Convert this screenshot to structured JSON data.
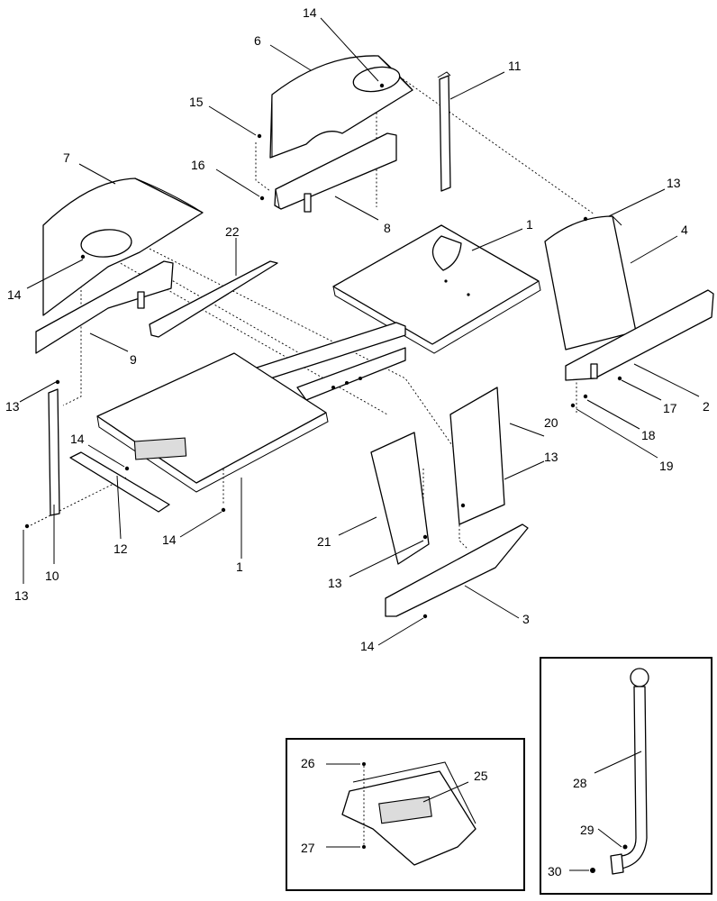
{
  "callouts": [
    {
      "id": "c1",
      "text": "14"
    },
    {
      "id": "c2",
      "text": "6"
    },
    {
      "id": "c3",
      "text": "11"
    },
    {
      "id": "c4",
      "text": "15"
    },
    {
      "id": "c5",
      "text": "16"
    },
    {
      "id": "c6",
      "text": "7"
    },
    {
      "id": "c7",
      "text": "8"
    },
    {
      "id": "c8",
      "text": "13"
    },
    {
      "id": "c9",
      "text": "4"
    },
    {
      "id": "c10",
      "text": "22"
    },
    {
      "id": "c11",
      "text": "1"
    },
    {
      "id": "c12",
      "text": "14"
    },
    {
      "id": "c13",
      "text": "9"
    },
    {
      "id": "c14",
      "text": "2"
    },
    {
      "id": "c15",
      "text": "17"
    },
    {
      "id": "c16",
      "text": "13"
    },
    {
      "id": "c17",
      "text": "18"
    },
    {
      "id": "c18",
      "text": "20"
    },
    {
      "id": "c19",
      "text": "19"
    },
    {
      "id": "c20",
      "text": "14"
    },
    {
      "id": "c21",
      "text": "13"
    },
    {
      "id": "c22",
      "text": "12"
    },
    {
      "id": "c23",
      "text": "14"
    },
    {
      "id": "c24",
      "text": "21"
    },
    {
      "id": "c25",
      "text": "1"
    },
    {
      "id": "c26",
      "text": "13"
    },
    {
      "id": "c27",
      "text": "10"
    },
    {
      "id": "c28",
      "text": "13"
    },
    {
      "id": "c29",
      "text": "3"
    },
    {
      "id": "c30",
      "text": "14"
    },
    {
      "id": "c31",
      "text": "26"
    },
    {
      "id": "c32",
      "text": "25"
    },
    {
      "id": "c33",
      "text": "28"
    },
    {
      "id": "c34",
      "text": "27"
    },
    {
      "id": "c35",
      "text": "29"
    },
    {
      "id": "c36",
      "text": "30"
    }
  ]
}
